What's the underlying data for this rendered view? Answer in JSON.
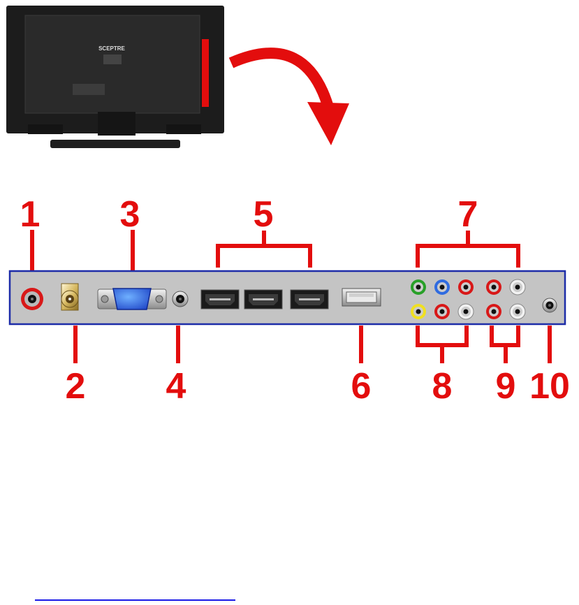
{
  "tv": {
    "brand_logo": "SCEPTRE"
  },
  "callouts": {
    "port_1": "1",
    "port_2": "2",
    "port_3": "3",
    "port_4": "4",
    "port_5": "5",
    "port_6": "6",
    "port_7": "7",
    "port_8": "8",
    "port_9": "9",
    "port_10": "10"
  },
  "colors": {
    "callout_red": "#e30d0d",
    "panel_fill": "#c4c4c4",
    "panel_border": "#1d2ca8",
    "tv_body": "#1c1c1c",
    "footer_rule": "#1a1ae6"
  },
  "ports": [
    "rca-red-jack",
    "coax-rf-jack",
    "vga-port",
    "audio-3-5mm-jack",
    "hdmi-port",
    "hdmi-port",
    "hdmi-port",
    "usb-port",
    "component-green",
    "component-blue",
    "component-red",
    "composite-yellow",
    "audio-red",
    "audio-white",
    "audio-out-red",
    "audio-out-white",
    "headphone-jack"
  ]
}
